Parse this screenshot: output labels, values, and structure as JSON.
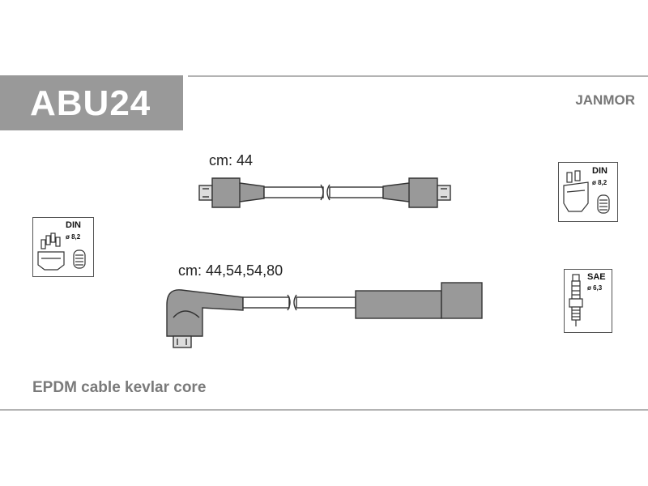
{
  "header": {
    "code": "ABU24",
    "brand": "JANMOR"
  },
  "wires": [
    {
      "length_label": "cm: 44"
    },
    {
      "length_label": "cm: 44,54,54,80"
    }
  ],
  "icons": {
    "distributor_left": {
      "standard": "DIN",
      "diameter": "ø 8,2"
    },
    "distributor_right": {
      "standard": "DIN",
      "diameter": "ø 8,2"
    },
    "spark_plug": {
      "standard": "SAE",
      "diameter": "ø 6,3"
    }
  },
  "footer": {
    "text": "EPDM cable kevlar core"
  },
  "colors": {
    "code_box": "#999999",
    "cable_fill": "#999999",
    "rule": "#b3b3b3"
  }
}
